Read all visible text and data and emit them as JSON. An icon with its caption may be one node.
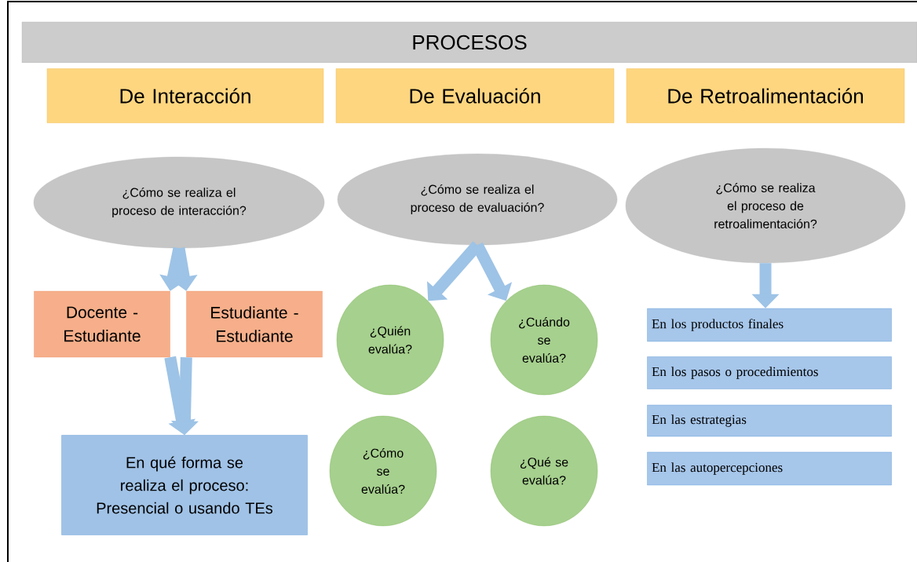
{
  "diagram": {
    "nodes": [
      {
        "text": [
          "PROCESOS"
        ]
      },
      {
        "text": [
          "De Interacción"
        ]
      },
      {
        "text": [
          "De Evaluación"
        ]
      },
      {
        "text": [
          "De Retroalimentación"
        ]
      },
      {
        "text": [
          "¿Cómo se realiza el proceso de interacción?"
        ]
      },
      {
        "text": [
          "Docente - Estudiante"
        ]
      },
      {
        "text": [
          "Estudiante - Estudiante"
        ]
      },
      {
        "text": [
          "En qué forma se realiza el proceso: Presencial o usando TEs"
        ]
      },
      {
        "text": [
          "¿Cómo se realiza el proceso de evaluación?"
        ]
      },
      {
        "text": [
          "¿Quién evalúa?"
        ]
      },
      {
        "text": [
          "¿Cuándo se evalúa?"
        ]
      },
      {
        "text": [
          "¿Cómo se evalúa?"
        ]
      },
      {
        "text": [
          "¿Qué se evalúa?"
        ]
      },
      {
        "text": [
          "¿Cómo se realiza el proceso de retroalimentación?"
        ]
      },
      {
        "text": [
          "En los productos finales"
        ]
      },
      {
        "text": [
          "En los pasos o procedimientos"
        ]
      },
      {
        "text": [
          "En las estrategias"
        ]
      },
      {
        "text": [
          "En las autopercepciones"
        ]
      }
    ],
    "edges": [
      {
        "from": 4,
        "to": 5,
        "arrow": "to"
      },
      {
        "from": 4,
        "to": 6,
        "arrow": "to"
      },
      {
        "from": 5,
        "to": 7,
        "arrow": "to"
      },
      {
        "from": 6,
        "to": 7,
        "arrow": "to"
      },
      {
        "from": 8,
        "to": 9,
        "arrow": "to"
      },
      {
        "from": 8,
        "to": 10,
        "arrow": "to"
      },
      {
        "from": 13,
        "to": 14,
        "arrow": "to"
      }
    ]
  }
}
